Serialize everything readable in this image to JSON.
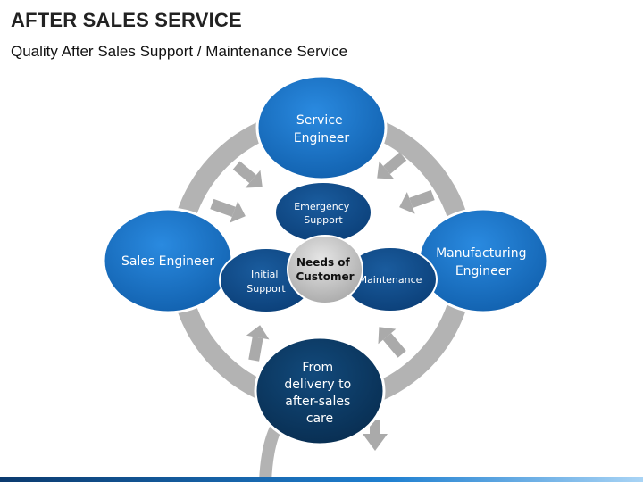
{
  "header": {
    "title": "AFTER SALES SERVICE",
    "subtitle": "Quality After Sales Support / Maintenance Service"
  },
  "diagram": {
    "outer_nodes": {
      "top": {
        "lines": [
          "Service",
          "Engineer"
        ]
      },
      "left": {
        "lines": [
          "Sales Engineer"
        ]
      },
      "right": {
        "lines": [
          "Manufacturing",
          "Engineer"
        ]
      },
      "bottom": {
        "lines": [
          "From",
          "delivery to",
          "after-sales",
          "care"
        ]
      }
    },
    "inner_nodes": {
      "top": {
        "lines": [
          "Emergency",
          "Support"
        ]
      },
      "left": {
        "lines": [
          "Initial",
          "Support"
        ]
      },
      "right": {
        "lines": [
          "Maintenance"
        ]
      }
    },
    "center": {
      "lines": [
        "Needs of",
        "Customer"
      ]
    },
    "colors": {
      "outer_fill": "#1a72c4",
      "inner_fill": "#0e4a8a",
      "bottom_fill": "#0b3a63",
      "center_fill": "#c8c8c8",
      "ring": "#b3b3b3",
      "arrow": "#aaaaaa"
    }
  }
}
